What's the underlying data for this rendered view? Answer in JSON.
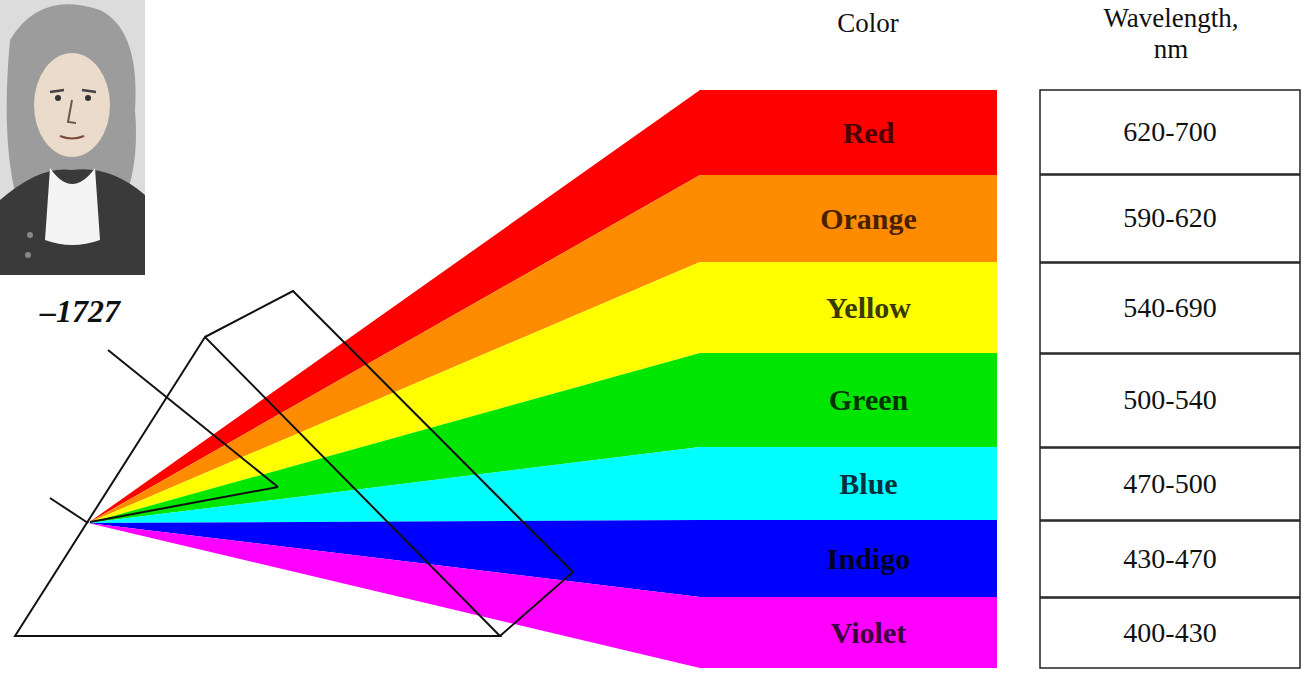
{
  "diagram": {
    "nodes": [
      {
        "text": [
          "Red"
        ]
      },
      {
        "text": [
          "Orange"
        ]
      },
      {
        "text": [
          "Yellow"
        ]
      },
      {
        "text": [
          "Green"
        ]
      },
      {
        "text": [
          "Blue"
        ]
      },
      {
        "text": [
          "Indigo"
        ]
      },
      {
        "text": [
          "Violet"
        ]
      }
    ],
    "labels": [
      "–1727",
      "Color",
      "Wavelength, nm",
      "620-700",
      "590-620",
      "540-690",
      "500-540",
      "470-500",
      "430-470",
      "400-430"
    ]
  }
}
